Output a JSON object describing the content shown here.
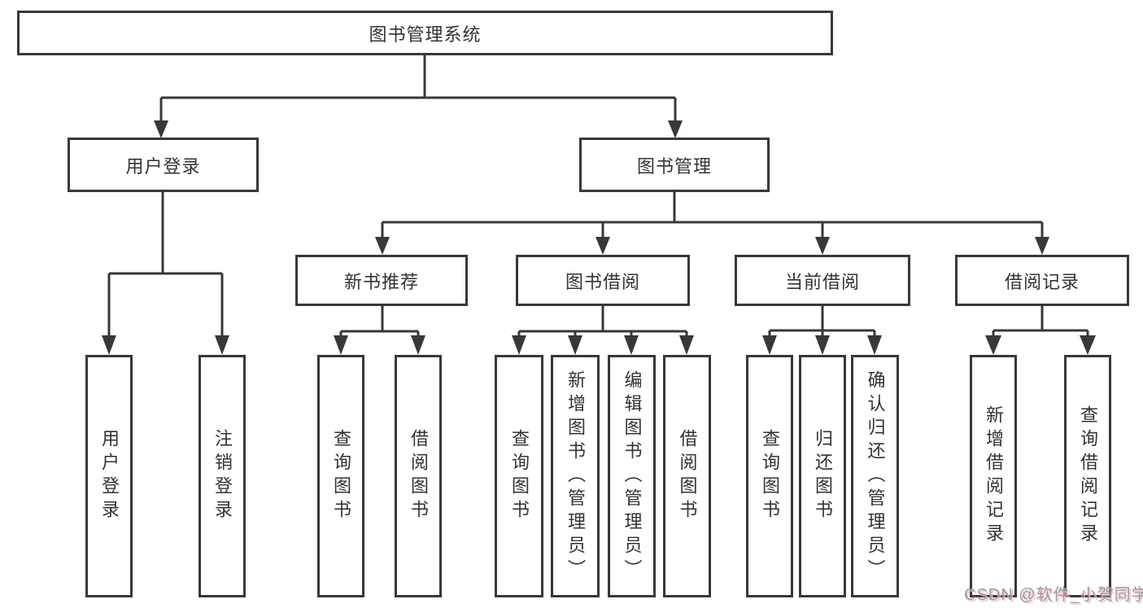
{
  "diagram_type": "hierarchy-tree",
  "tree": {
    "label": "图书管理系统",
    "children": [
      {
        "label": "用户登录",
        "children": [
          {
            "label": "用户登录"
          },
          {
            "label": "注销登录"
          }
        ]
      },
      {
        "label": "图书管理",
        "children": [
          {
            "label": "新书推荐",
            "children": [
              {
                "label": "查询图书"
              },
              {
                "label": "借阅图书"
              }
            ]
          },
          {
            "label": "图书借阅",
            "children": [
              {
                "label": "查询图书"
              },
              {
                "label": "新增图书（管理员）"
              },
              {
                "label": "编辑图书（管理员）"
              },
              {
                "label": "借阅图书"
              }
            ]
          },
          {
            "label": "当前借阅",
            "children": [
              {
                "label": "查询图书"
              },
              {
                "label": "归还图书"
              },
              {
                "label": "确认归还（管理员）"
              }
            ]
          },
          {
            "label": "借阅记录",
            "children": [
              {
                "label": "新增借阅记录"
              },
              {
                "label": "查询借阅记录"
              }
            ]
          }
        ]
      }
    ]
  },
  "watermark": {
    "text": "CSDN @软件_小贺同学"
  },
  "colors": {
    "line": "#383838",
    "box_border": "#383838",
    "text": "#333333",
    "background": "#ffffff",
    "watermark_text": "#9b9b9b",
    "watermark_shadow": "#f3b6c6"
  }
}
